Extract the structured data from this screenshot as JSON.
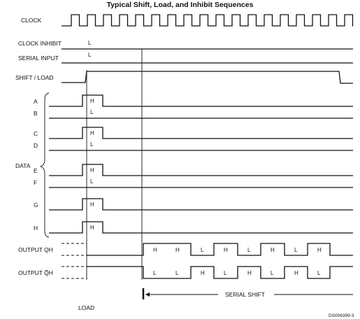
{
  "title": "Typical Shift, Load, and Inhibit Sequences",
  "labels": {
    "clock": "CLOCK",
    "clock_inhibit": "CLOCK INHIBIT",
    "serial_input": "SERIAL INPUT",
    "shift_load": "SHIFT / LOAD",
    "data_group": "DATA",
    "output_q": "OUTPUT QH",
    "output_qbar": "OUTPUT Q̅H",
    "serial_shift": "SERIAL SHIFT",
    "load": "LOAD",
    "doc_id": "DS006399-3"
  },
  "states": {
    "clock_inhibit": "L",
    "serial_input": "L"
  },
  "data_inputs": [
    {
      "name": "A",
      "state": "H"
    },
    {
      "name": "B",
      "state": "L"
    },
    {
      "name": "C",
      "state": "H"
    },
    {
      "name": "D",
      "state": "L"
    },
    {
      "name": "E",
      "state": "H"
    },
    {
      "name": "F",
      "state": "L"
    },
    {
      "name": "G",
      "state": "H"
    },
    {
      "name": "H",
      "state": "H"
    }
  ],
  "output_sequence": {
    "q": [
      "H",
      "H",
      "L",
      "H",
      "L",
      "H",
      "L",
      "H"
    ],
    "qbar": [
      "L",
      "L",
      "H",
      "L",
      "H",
      "L",
      "H",
      "L"
    ]
  }
}
